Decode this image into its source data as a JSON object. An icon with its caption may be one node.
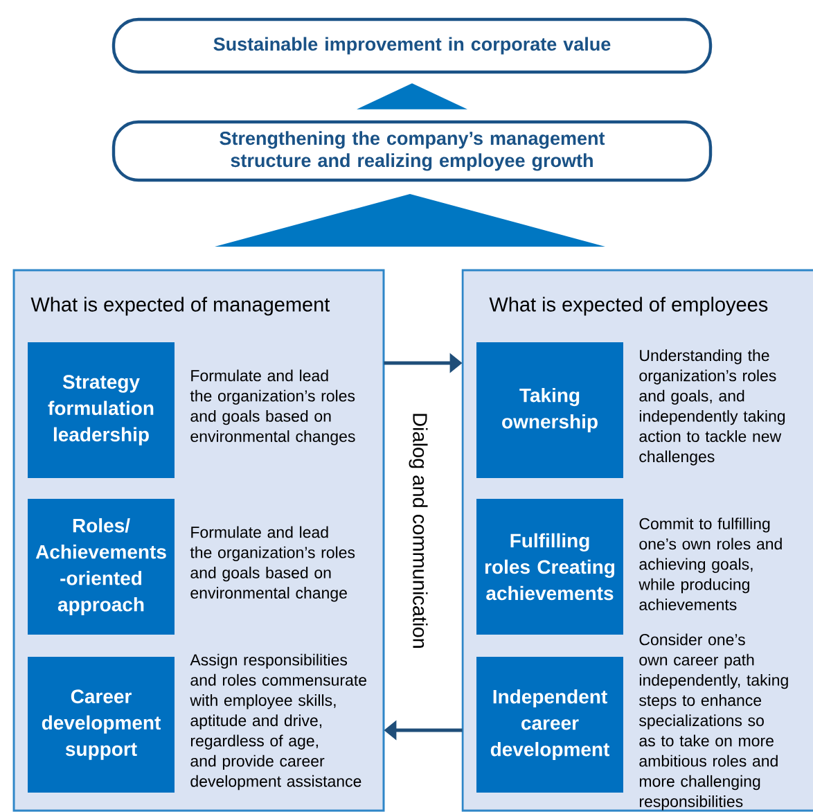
{
  "diagram": {
    "nodes": [
      {
        "text": [
          "Sustainable improvement in corporate value"
        ]
      },
      {
        "text": [
          "Strengthening the company’s management structure and realizing employee growth"
        ]
      },
      {
        "text": [
          "What is expected of management"
        ]
      },
      {
        "text": [
          "Strategy formulation leadership"
        ],
        "in": 2,
        "beside": [
          "Formulate and lead the organization’s roles and goals based on environmental changes"
        ]
      },
      {
        "text": [
          "Roles/ Achievements -oriented approach"
        ],
        "in": 2,
        "beside": [
          "Formulate and lead the organization’s roles and goals based on environmental change"
        ]
      },
      {
        "text": [
          "Career development support"
        ],
        "in": 2,
        "beside": [
          "Assign responsibilities and roles commensurate with employee skills, aptitude and drive, regardless of age, and provide career development assistance"
        ]
      },
      {
        "text": [
          "What is expected of employees"
        ]
      },
      {
        "text": [
          "Taking ownership"
        ],
        "in": 6,
        "beside": [
          "Understanding the organization’s roles and goals, and independently taking action to tackle new challenges"
        ]
      },
      {
        "text": [
          "Fulfilling roles Creating achievements"
        ],
        "in": 6,
        "beside": [
          "Commit to fulfilling one’s own roles and achieving goals, while producing achievements"
        ]
      },
      {
        "text": [
          "Independent career development"
        ],
        "in": 6,
        "beside": [
          "Consider one’s own career path independently, taking steps to enhance specializations so as to take on more ambitious roles and more challenging responsibilities"
        ]
      }
    ],
    "edges": [
      {
        "from": 1,
        "to": 0,
        "arrow": "to"
      },
      {
        "from": 2,
        "to": 6,
        "arrow": "to"
      },
      {
        "from": 6,
        "to": 2,
        "arrow": "to"
      }
    ],
    "labels": [
      "Dialog and communication"
    ]
  }
}
